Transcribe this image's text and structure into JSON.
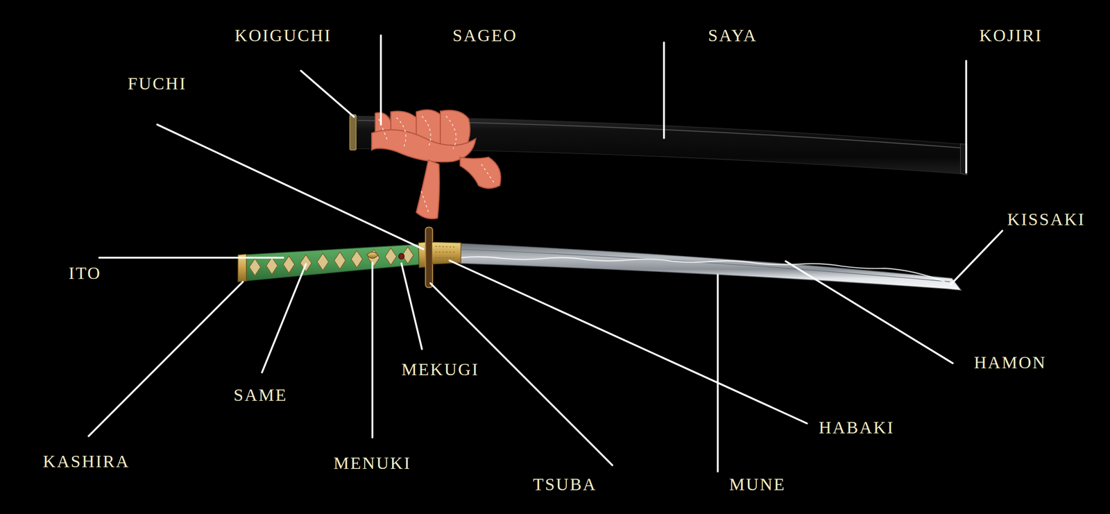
{
  "diagram": {
    "labels": [
      "KOIGUCHI",
      "SAGEO",
      "SAYA",
      "KOJIRI",
      "FUCHI",
      "KISSAKI",
      "ITO",
      "HAMON",
      "MEKUGI",
      "SAME",
      "HABAKI",
      "KASHIRA",
      "MENUKI",
      "TSUBA",
      "MUNE"
    ]
  }
}
